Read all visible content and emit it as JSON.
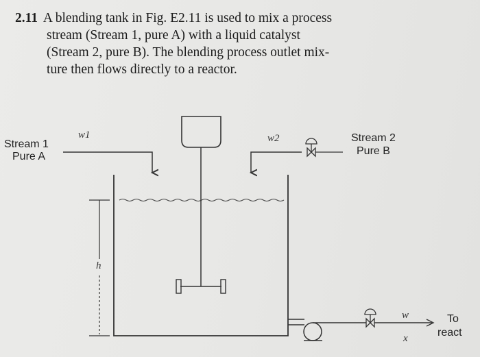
{
  "problem": {
    "number": "2.11",
    "lines": [
      "A blending tank in Fig. E2.11 is used to mix a process",
      "stream (Stream 1, pure A) with a liquid catalyst",
      "(Stream 2, pure B). The blending process outlet mix-",
      "ture then flows directly to a reactor."
    ]
  },
  "figure": {
    "stream1_label": "Stream 1",
    "stream1_sub": "Pure A",
    "w1": "w1",
    "w2": "w2",
    "stream2_label": "Stream 2",
    "stream2_sub": "Pure B",
    "h": "h",
    "w_out": "w",
    "x_out": "x",
    "out_line1": "To",
    "out_line2": "react"
  }
}
